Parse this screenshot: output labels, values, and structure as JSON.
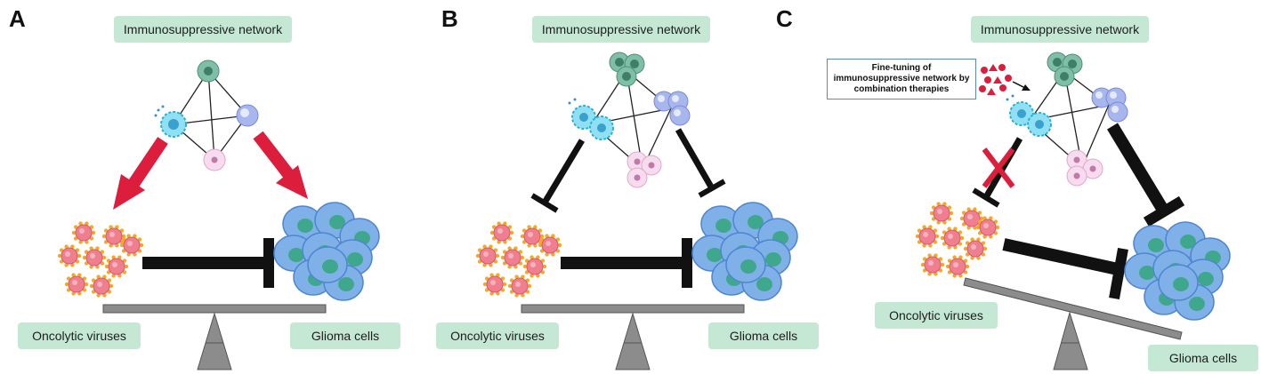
{
  "panels": [
    {
      "letter": "A",
      "network_label": "Immunosuppressive network",
      "virus_label": "Oncolytic viruses",
      "glioma_label": "Glioma cells"
    },
    {
      "letter": "B",
      "network_label": "Immunosuppressive network",
      "virus_label": "Oncolytic viruses",
      "glioma_label": "Glioma cells"
    },
    {
      "letter": "C",
      "network_label": "Immunosuppressive network",
      "virus_label": "Oncolytic viruses",
      "glioma_label": "Glioma cells",
      "note": "Fine-tuning of immunosuppressive network by combination therapies"
    }
  ],
  "colors": {
    "label_bg": "#c4e8d3",
    "arrow_red": "#dc1e3c",
    "inhibit_black": "#111111",
    "glioma_blue": "#7fb0e8",
    "nucleus_green": "#3fa88c",
    "virus_pink": "#ef7f8f",
    "virus_spike": "#f6a821",
    "scale_gray": "#8c8c8c",
    "note_border": "#5f87c8"
  }
}
